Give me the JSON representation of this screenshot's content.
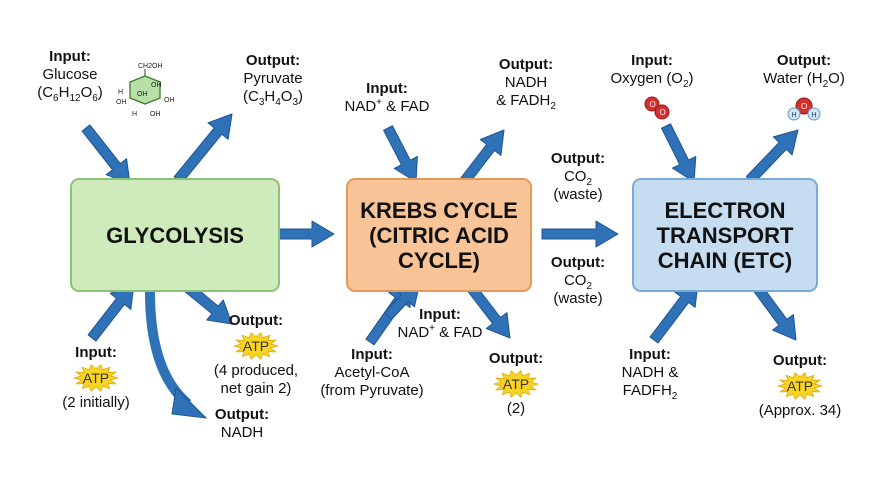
{
  "colors": {
    "arrow": "#2f72b8",
    "arrow_edge": "#1f5490",
    "glycolysis_fill": "#cfeabb",
    "krebs_fill": "#f9c497",
    "etc_fill": "#c5dcf1",
    "atp_burst": "#f9d423"
  },
  "processes": {
    "glycolysis": "GLYCOLYSIS",
    "krebs": [
      "KREBS CYCLE",
      "(CITRIC ACID",
      "CYCLE)"
    ],
    "etc": [
      "ELECTRON",
      "TRANSPORT",
      "CHAIN (ETC)"
    ]
  },
  "labels": {
    "input": "Input:",
    "output": "Output:",
    "atp": "ATP",
    "glucose": "Glucose",
    "glucose_formula": "(C6H12O6)",
    "pyruvate": "Pyruvate",
    "pyruvate_formula": "(C3H4O3)",
    "atp_initial": "(2 initially)",
    "atp_produced_1": "(4 produced,",
    "atp_produced_2": "net gain 2)",
    "nadh": "NADH",
    "nad_fad": "NAD+ & FAD",
    "nadh_fadh2_1": "NADH",
    "nadh_fadh2_2": "& FADH2",
    "co2": "CO2",
    "waste": "(waste)",
    "acetyl_1": "Acetyl-CoA",
    "acetyl_2": "(from Pyruvate)",
    "krebs_atp": "(2)",
    "oxygen": "Oxygen (O2)",
    "water": "Water (H2O)",
    "etc_in_1": "NADH &",
    "etc_in_2": "FADFH2",
    "etc_atp": "(Approx. 34)"
  },
  "molecule_labels": {
    "glucose_top": "CH2OH",
    "glucose_h": "H",
    "glucose_oh": "OH",
    "o2": "O",
    "h2o_o": "O",
    "h2o_h": "H"
  },
  "icons": [
    "glucose-molecule-icon",
    "oxygen-molecule-icon",
    "water-molecule-icon",
    "atp-burst-icon"
  ]
}
